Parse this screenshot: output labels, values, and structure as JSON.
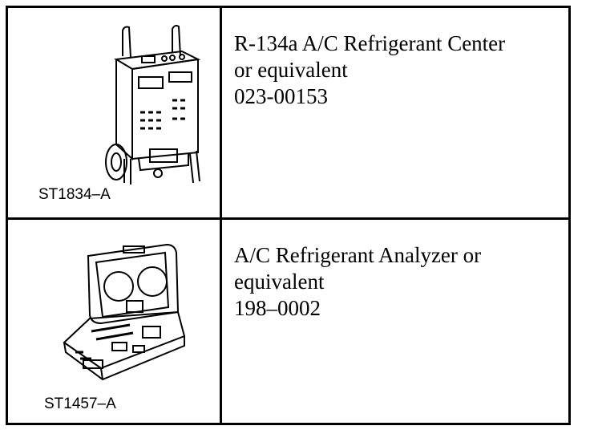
{
  "rows": [
    {
      "figure_code": "ST1834–A",
      "figure_icon": "refrigerant-center-cart-icon",
      "lines": [
        "R-134a A/C Refrigerant Center",
        "or equivalent",
        "023-00153"
      ]
    },
    {
      "figure_code": "ST1457–A",
      "figure_icon": "refrigerant-analyzer-case-icon",
      "lines": [
        "A/C Refrigerant Analyzer or",
        "equivalent",
        "198–0002"
      ]
    }
  ]
}
